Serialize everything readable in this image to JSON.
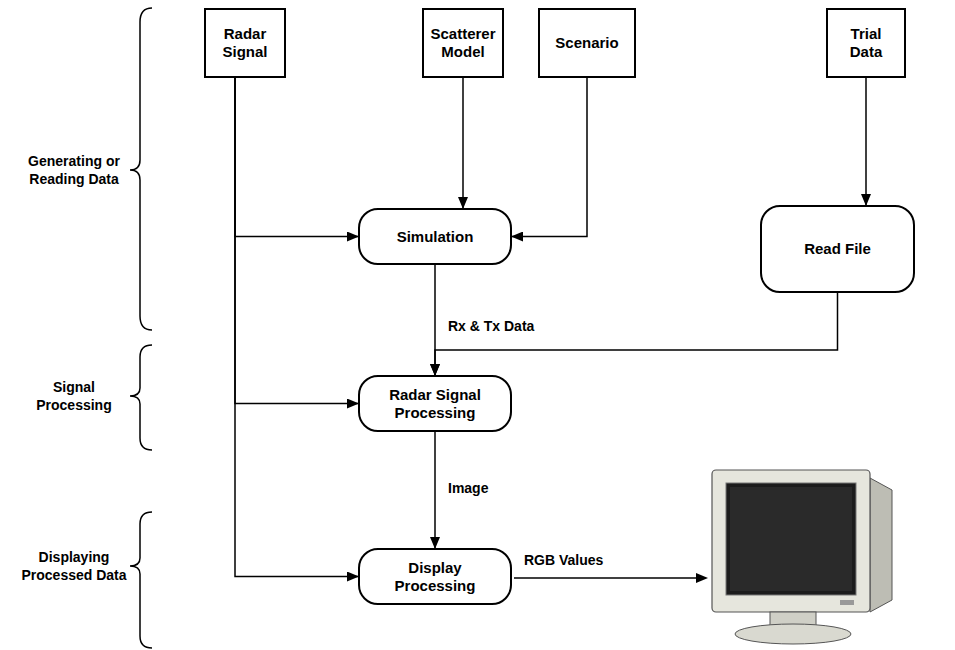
{
  "diagram": {
    "nodes": [
      {
        "text": [
          "Radar Signal"
        ]
      },
      {
        "text": [
          "Scatterer Model"
        ]
      },
      {
        "text": [
          "Scenario"
        ]
      },
      {
        "text": [
          "Trial Data"
        ]
      },
      {
        "text": [
          "Simulation"
        ]
      },
      {
        "text": [
          "Read File"
        ]
      },
      {
        "text": [
          "Radar Signal Processing"
        ]
      },
      {
        "text": [
          "Display Processing"
        ]
      }
    ],
    "edges": [
      {
        "from": 0,
        "to": 4,
        "arrow": "to"
      },
      {
        "from": 1,
        "to": 4,
        "arrow": "to"
      },
      {
        "from": 2,
        "to": 4,
        "arrow": "to"
      },
      {
        "from": 3,
        "to": 5,
        "arrow": "to"
      },
      {
        "from": 4,
        "to": 6,
        "label": "Rx & Tx Data",
        "arrow": "to"
      },
      {
        "from": 5,
        "to": 6,
        "arrow": "to"
      },
      {
        "from": 0,
        "to": 6,
        "arrow": "to"
      },
      {
        "from": 6,
        "to": 7,
        "label": "Image",
        "arrow": "to"
      },
      {
        "from": 0,
        "to": 7,
        "arrow": "to"
      }
    ],
    "labels": [
      "Generating or Reading Data",
      "Signal Processing",
      "Displaying Processed Data",
      "RGB Values"
    ]
  }
}
